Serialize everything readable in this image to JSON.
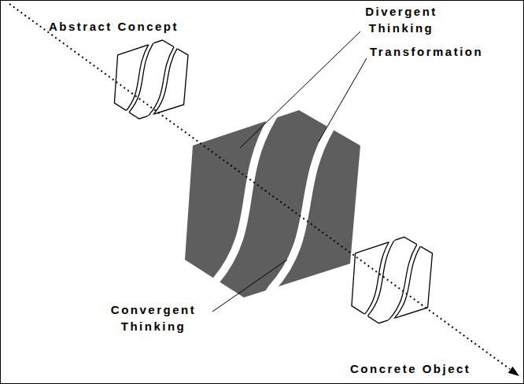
{
  "diagram": {
    "labels": [
      "Abstract Concept",
      "Divergent Thinking",
      "Transformation",
      "Convergent Thinking",
      "Concrete Object"
    ]
  }
}
